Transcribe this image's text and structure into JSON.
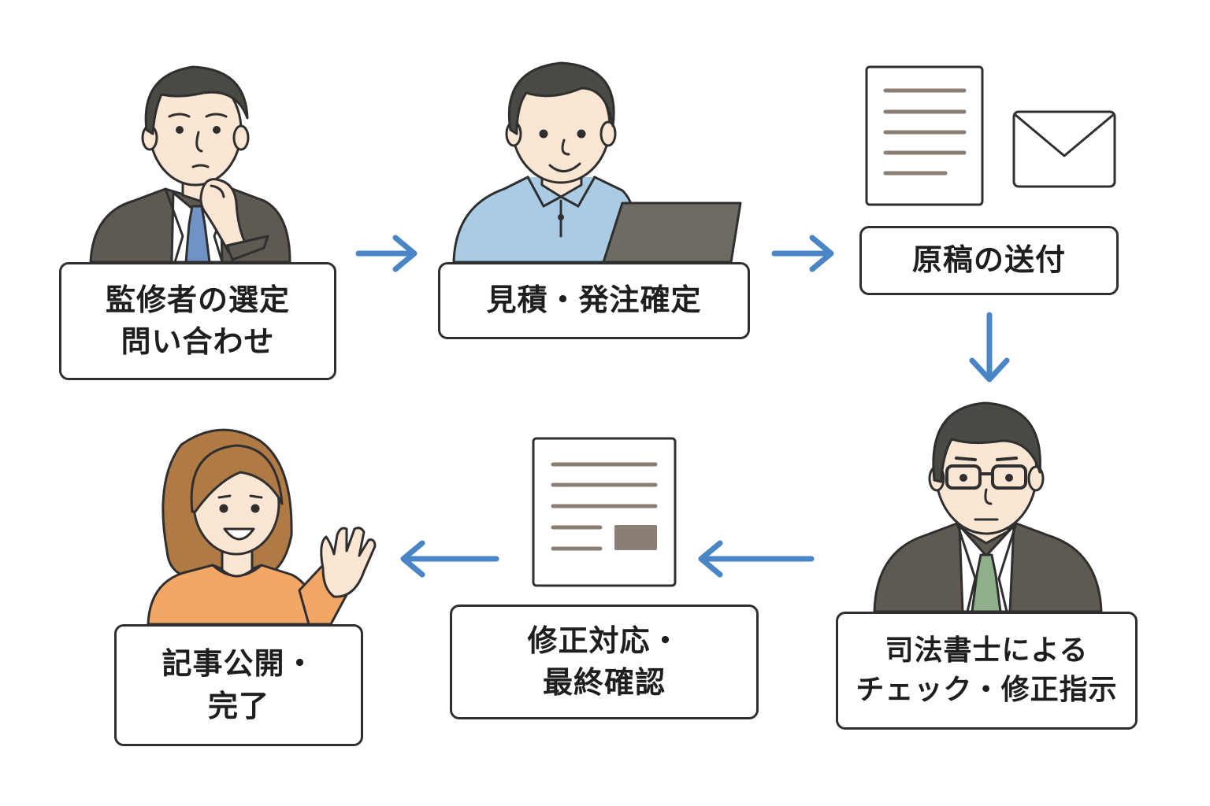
{
  "diagram": {
    "steps": [
      {
        "id": "step1",
        "lines": [
          "監修者の選定",
          "問い合わせ"
        ]
      },
      {
        "id": "step2",
        "lines": [
          "見積・発注確定"
        ]
      },
      {
        "id": "step3",
        "lines": [
          "原稿の送付"
        ]
      },
      {
        "id": "step4",
        "lines": [
          "司法書士による",
          "チェック・修正指示"
        ]
      },
      {
        "id": "step5",
        "lines": [
          "修正対応・",
          "最終確認"
        ]
      },
      {
        "id": "step6",
        "lines": [
          "記事公開・",
          "完了"
        ]
      }
    ],
    "colors": {
      "arrow": "#4a86c5",
      "outline": "#2f2f2f",
      "skin": "#fbe5d3",
      "hair": "#4a4a44",
      "suit": "#5e5a52",
      "shirt_blue": "#a9cce4",
      "laptop": "#6e6b64",
      "woman_hair": "#b07a45",
      "woman_sweater": "#f3a766",
      "paper_line": "#8a7e76",
      "tie_blue": "#6f93c4",
      "tie_green": "#8fb08a"
    },
    "icons": [
      "thinking-man-icon",
      "man-laptop-icon",
      "document-icon",
      "envelope-icon",
      "glasses-man-icon",
      "woman-waving-icon",
      "document-with-image-icon"
    ]
  }
}
